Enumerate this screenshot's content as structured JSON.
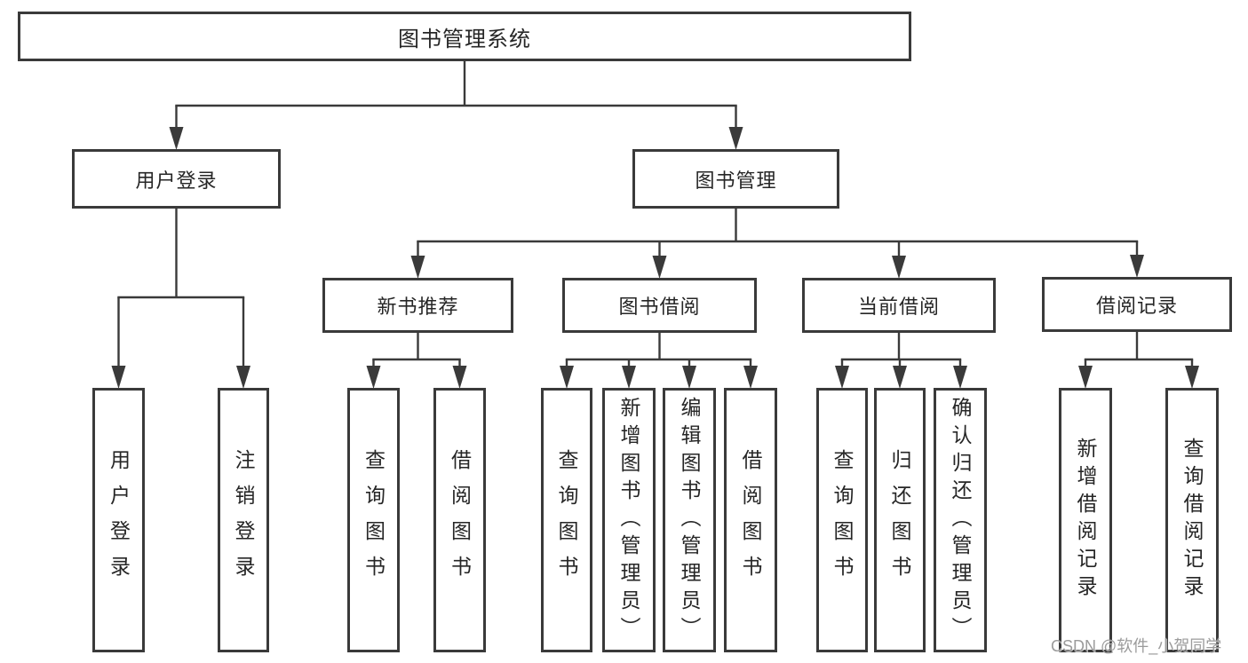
{
  "diagram_title": "图书管理系统",
  "nodes": [
    {
      "id": "system",
      "label": "图书管理系统",
      "text_direction": "horizontal",
      "level": 1,
      "parent": null
    },
    {
      "id": "login",
      "label": "用户登录",
      "text_direction": "horizontal",
      "level": 2,
      "parent": "system"
    },
    {
      "id": "mgmt",
      "label": "图书管理",
      "text_direction": "horizontal",
      "level": 2,
      "parent": "system"
    },
    {
      "id": "newbook",
      "label": "新书推荐",
      "text_direction": "horizontal",
      "level": 3,
      "parent": "mgmt"
    },
    {
      "id": "borrow",
      "label": "图书借阅",
      "text_direction": "horizontal",
      "level": 3,
      "parent": "mgmt"
    },
    {
      "id": "current",
      "label": "当前借阅",
      "text_direction": "horizontal",
      "level": 3,
      "parent": "mgmt"
    },
    {
      "id": "records",
      "label": "借阅记录",
      "text_direction": "horizontal",
      "level": 3,
      "parent": "mgmt"
    },
    {
      "id": "leaf-login-1",
      "label": "用户登录",
      "text_direction": "vertical",
      "level": 4,
      "parent": "login"
    },
    {
      "id": "leaf-login-2",
      "label": "注销登录",
      "text_direction": "vertical",
      "level": 4,
      "parent": "login"
    },
    {
      "id": "leaf-new-1",
      "label": "查询图书",
      "text_direction": "vertical",
      "level": 4,
      "parent": "newbook"
    },
    {
      "id": "leaf-new-2",
      "label": "借阅图书",
      "text_direction": "vertical",
      "level": 4,
      "parent": "newbook"
    },
    {
      "id": "leaf-bor-1",
      "label": "查询图书",
      "text_direction": "vertical",
      "level": 4,
      "parent": "borrow"
    },
    {
      "id": "leaf-bor-2",
      "label": "新增图书（管理员）",
      "text_direction": "vertical",
      "level": 4,
      "parent": "borrow"
    },
    {
      "id": "leaf-bor-3",
      "label": "编辑图书（管理员）",
      "text_direction": "vertical",
      "level": 4,
      "parent": "borrow"
    },
    {
      "id": "leaf-bor-4",
      "label": "借阅图书",
      "text_direction": "vertical",
      "level": 4,
      "parent": "borrow"
    },
    {
      "id": "leaf-cur-1",
      "label": "查询图书",
      "text_direction": "vertical",
      "level": 4,
      "parent": "current"
    },
    {
      "id": "leaf-cur-2",
      "label": "归还图书",
      "text_direction": "vertical",
      "level": 4,
      "parent": "current"
    },
    {
      "id": "leaf-cur-3",
      "label": "确认归还（管理员）",
      "text_direction": "vertical",
      "level": 4,
      "parent": "current"
    },
    {
      "id": "leaf-rec-1",
      "label": "新增借阅记录",
      "text_direction": "vertical",
      "level": 4,
      "parent": "records"
    },
    {
      "id": "leaf-rec-2",
      "label": "查询借阅记录",
      "text_direction": "vertical",
      "level": 4,
      "parent": "records"
    }
  ],
  "edges": [
    {
      "from": "system",
      "to": [
        "login",
        "mgmt"
      ]
    },
    {
      "from": "login",
      "to": [
        "leaf-login-1",
        "leaf-login-2"
      ]
    },
    {
      "from": "mgmt",
      "to": [
        "newbook",
        "borrow",
        "current",
        "records"
      ]
    },
    {
      "from": "newbook",
      "to": [
        "leaf-new-1",
        "leaf-new-2"
      ]
    },
    {
      "from": "borrow",
      "to": [
        "leaf-bor-1",
        "leaf-bor-2",
        "leaf-bor-3",
        "leaf-bor-4"
      ]
    },
    {
      "from": "current",
      "to": [
        "leaf-cur-1",
        "leaf-cur-2",
        "leaf-cur-3"
      ]
    },
    {
      "from": "records",
      "to": [
        "leaf-rec-1",
        "leaf-rec-2"
      ]
    }
  ],
  "watermark": {
    "text": "CSDN @软件_小贺同学",
    "color": "#9b9b9b"
  },
  "colors": {
    "line": "#3a3a3a",
    "box_border": "#3a3a3a",
    "box_background": "#ffffff",
    "text": "#262626",
    "page_background": "#ffffff"
  }
}
